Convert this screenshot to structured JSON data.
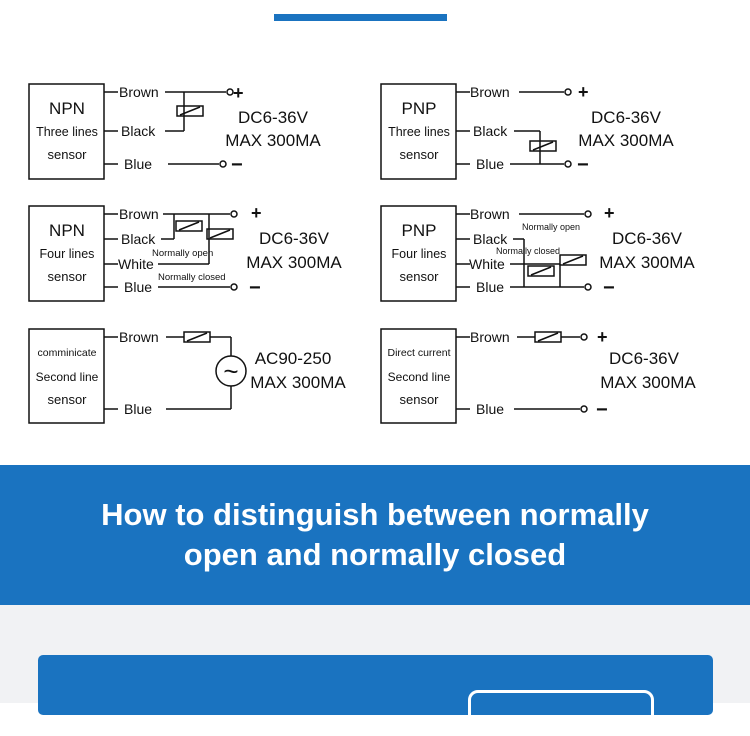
{
  "colors": {
    "accent": "#1a73c0"
  },
  "diagrams": {
    "npn3": {
      "type": "NPN",
      "lines": "Three lines",
      "sensor": "sensor",
      "wire1": "Brown",
      "wire2": "Black",
      "wire3": "Blue",
      "plus": "+",
      "minus": "−",
      "volt": "DC6-36V",
      "max": "MAX 300MA"
    },
    "pnp3": {
      "type": "PNP",
      "lines": "Three lines",
      "sensor": "sensor",
      "wire1": "Brown",
      "wire2": "Black",
      "wire3": "Blue",
      "plus": "+",
      "minus": "−",
      "volt": "DC6-36V",
      "max": "MAX 300MA"
    },
    "npn4": {
      "type": "NPN",
      "lines": "Four lines",
      "sensor": "sensor",
      "wire1": "Brown",
      "wire2": "Black",
      "wire3": "White",
      "wire4": "Blue",
      "no": "Normally open",
      "nc": "Normally closed",
      "plus": "+",
      "minus": "−",
      "volt": "DC6-36V",
      "max": "MAX 300MA"
    },
    "pnp4": {
      "type": "PNP",
      "lines": "Four lines",
      "sensor": "sensor",
      "wire1": "Brown",
      "wire2": "Black",
      "wire3": "White",
      "wire4": "Blue",
      "no": "Normally open",
      "nc": "Normally closed",
      "plus": "+",
      "minus": "−",
      "volt": "DC6-36V",
      "max": "MAX 300MA"
    },
    "ac2": {
      "line1": "comminicate",
      "line2": "Second line",
      "sensor": "sensor",
      "wire1": "Brown",
      "wire2": "Blue",
      "ac": "~",
      "volt": "AC90-250",
      "max": "MAX 300MA"
    },
    "dc2": {
      "line1": "Direct current",
      "line2": "Second line",
      "sensor": "sensor",
      "wire1": "Brown",
      "wire2": "Blue",
      "plus": "+",
      "minus": "−",
      "volt": "DC6-36V",
      "max": "MAX 300MA"
    }
  },
  "banner": {
    "line1": "How to distinguish between normally",
    "line2": "open and normally closed"
  }
}
